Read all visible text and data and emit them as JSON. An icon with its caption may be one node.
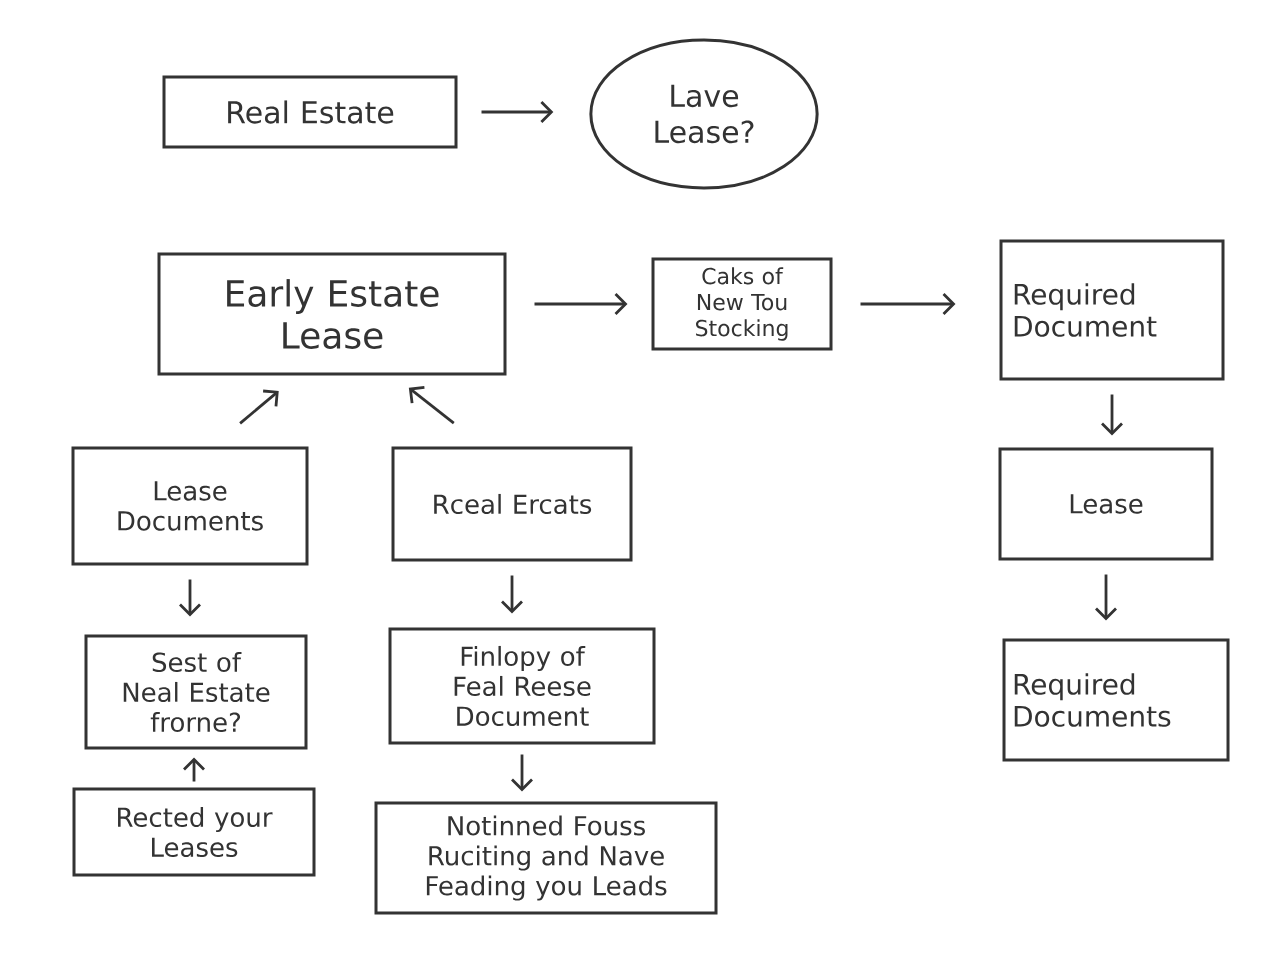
{
  "diagram": {
    "nodes": [
      {
        "text": [
          "Real Estate"
        ]
      },
      {
        "text": [
          "Lave Lease?"
        ]
      },
      {
        "text": [
          "Early Estate Lease"
        ]
      },
      {
        "text": [
          "Caks of New Tou Stocking"
        ]
      },
      {
        "text": [
          "Required Document"
        ]
      },
      {
        "text": [
          "Lease Documents"
        ]
      },
      {
        "text": [
          "Rceal Ercats"
        ]
      },
      {
        "text": [
          "Lease"
        ]
      },
      {
        "text": [
          "Sest of Neal Estate frorne?"
        ]
      },
      {
        "text": [
          "Rected your Leases"
        ]
      },
      {
        "text": [
          "Finlopy of Feal Reese Document"
        ]
      },
      {
        "text": [
          "Notinned Fouss Ruciting and Nave Feading you Leads"
        ]
      },
      {
        "text": [
          "Required Documents"
        ]
      }
    ],
    "edges": [
      {
        "from": 0,
        "to": 1,
        "arrow": "to"
      },
      {
        "from": 2,
        "to": 3,
        "arrow": "to"
      },
      {
        "from": 3,
        "to": 4,
        "arrow": "to"
      },
      {
        "from": 5,
        "to": 2,
        "arrow": "to"
      },
      {
        "from": 6,
        "to": 2,
        "arrow": "to"
      },
      {
        "from": 4,
        "to": 7,
        "arrow": "to"
      },
      {
        "from": 5,
        "to": 8,
        "arrow": "to"
      },
      {
        "from": 9,
        "to": 8,
        "arrow": "to"
      },
      {
        "from": 6,
        "to": 10,
        "arrow": "to"
      },
      {
        "from": 10,
        "to": 11,
        "arrow": "to"
      },
      {
        "from": 7,
        "to": 12,
        "arrow": "to"
      }
    ]
  }
}
